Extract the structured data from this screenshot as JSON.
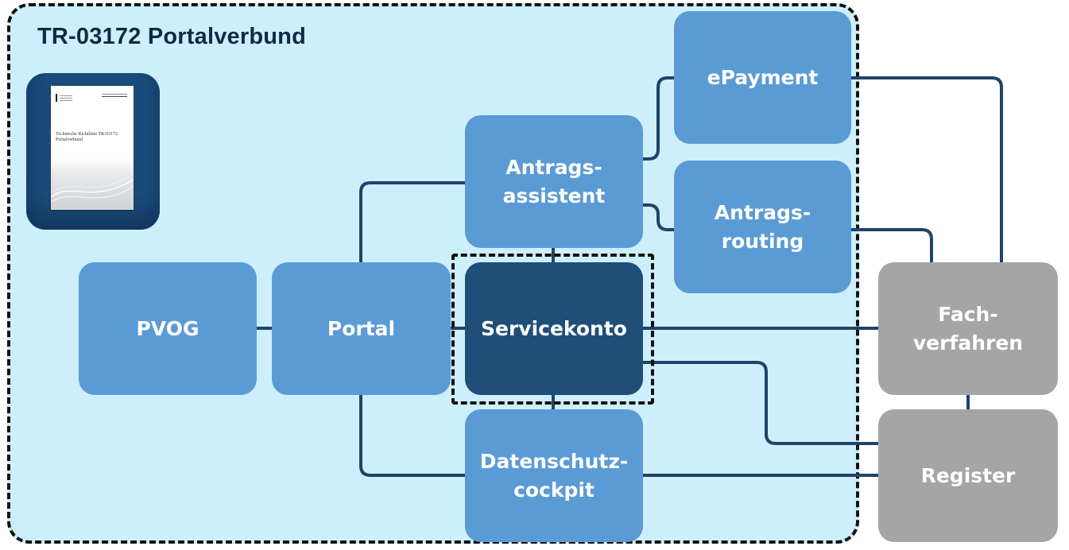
{
  "verbund": {
    "title": "TR-03172 Portalverbund"
  },
  "document_thumbnail": {
    "title_line1": "Technische Richtlinie TR-03172",
    "title_line2": "Portalverbund"
  },
  "nodes": {
    "pvog": {
      "label": "PVOG"
    },
    "portal": {
      "label": "Portal"
    },
    "servicekonto": {
      "label": "Servicekonto"
    },
    "antragsassistent": {
      "label": "Antrags-\nassistent"
    },
    "datenschutzcockpit": {
      "label": "Datenschutz-\ncockpit"
    },
    "epayment": {
      "label": "ePayment"
    },
    "antragsrouting": {
      "label": "Antrags-\nrouting"
    },
    "fachverfahren": {
      "label": "Fach-\nverfahren"
    },
    "register": {
      "label": "Register"
    }
  },
  "colors": {
    "verbund_background": "#cdeffc",
    "node_blue": "#5b9bd5",
    "node_dark": "#1f4e79",
    "node_grey": "#a5a5a5",
    "connector": "#1e4468",
    "title_text": "#0f2a44"
  }
}
